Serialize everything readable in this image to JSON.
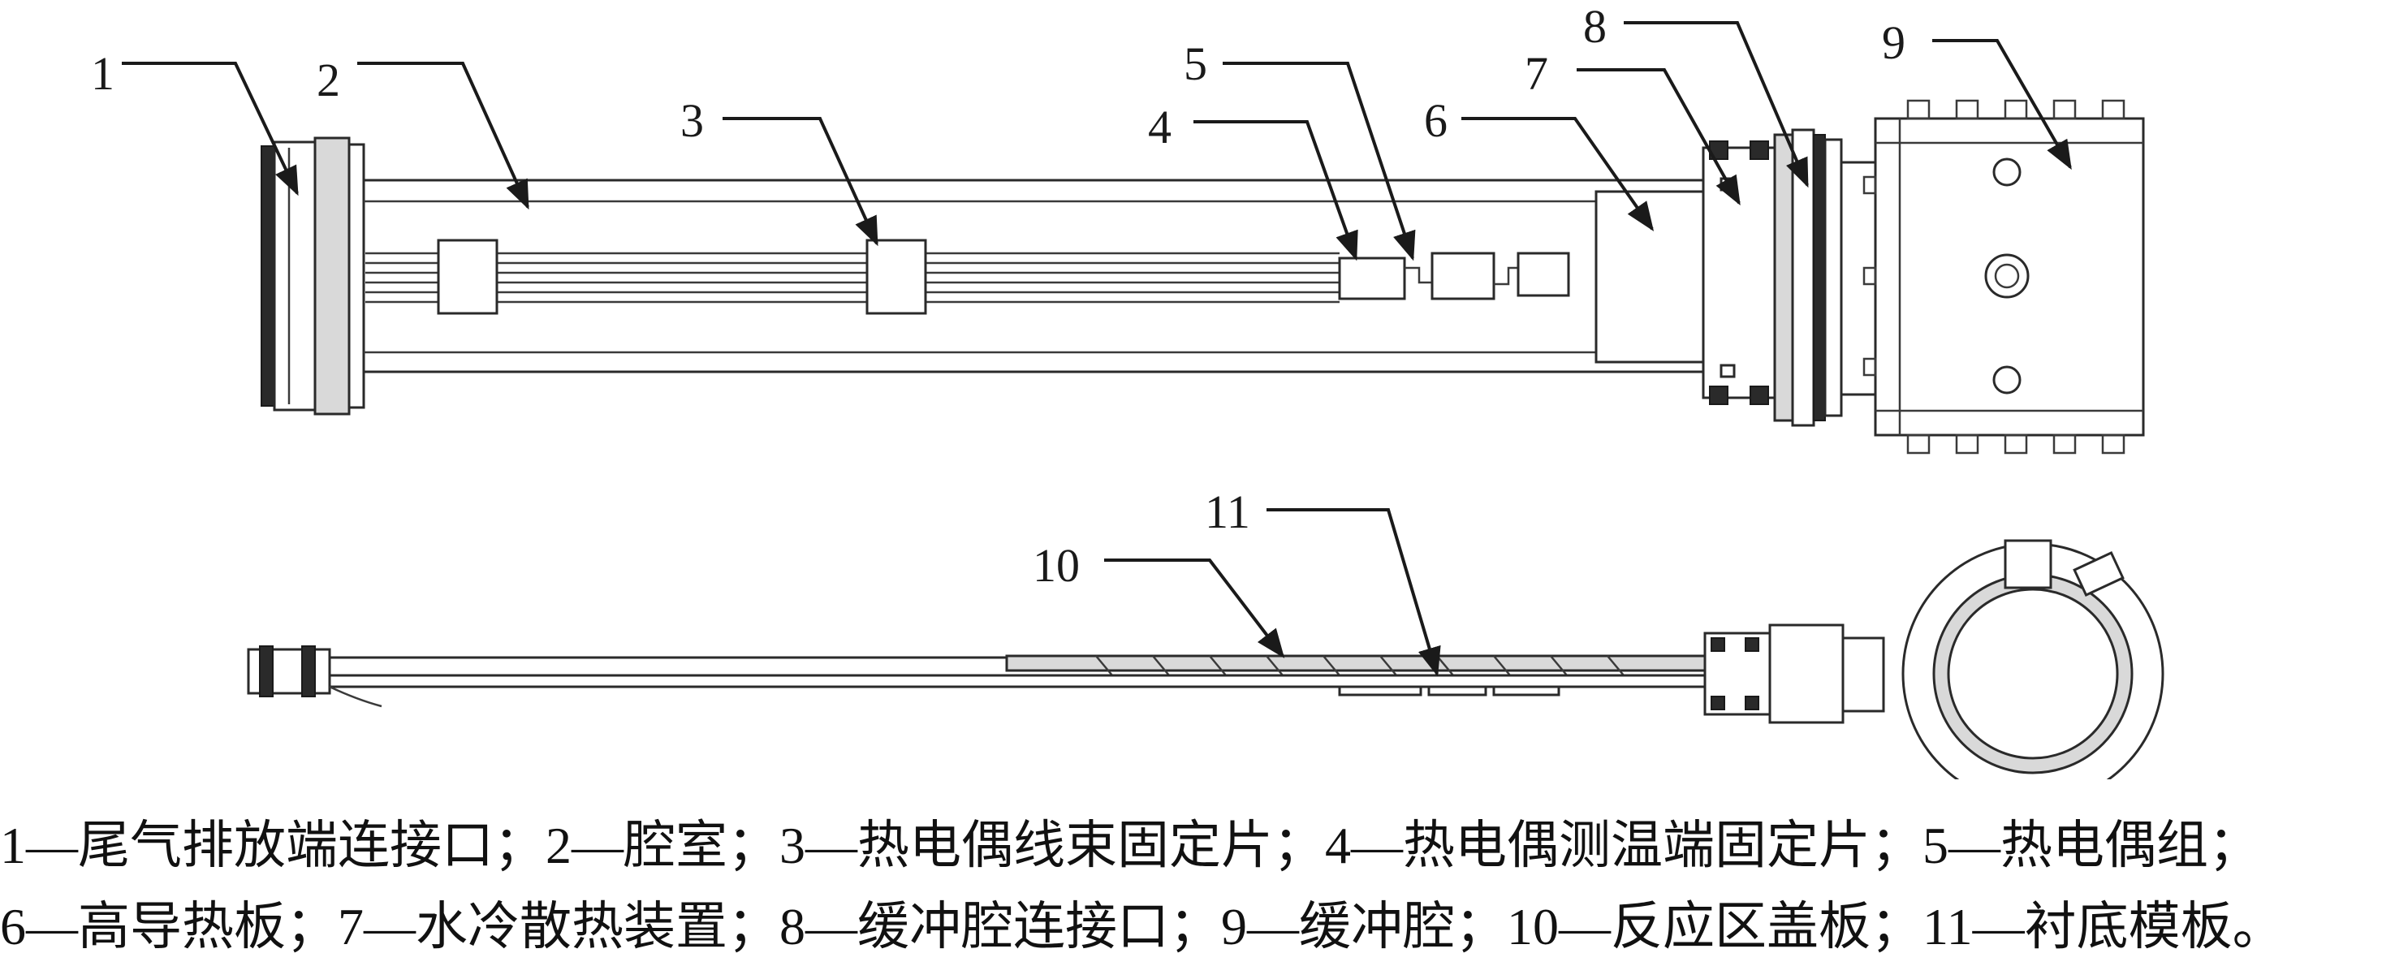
{
  "labels": {
    "l1": "1",
    "l2": "2",
    "l3": "3",
    "l4": "4",
    "l5": "5",
    "l6": "6",
    "l7": "7",
    "l8": "8",
    "l9": "9",
    "l10": "10",
    "l11": "11"
  },
  "caption": {
    "line1": "1—尾气排放端连接口；2—腔室；3—热电偶线束固定片；4—热电偶测温端固定片；5—热电偶组；",
    "line2": "6—高导热板；7—水冷散热装置；8—缓冲腔连接口；9—缓冲腔；10—反应区盖板；11—衬底模板。"
  },
  "colors": {
    "line": "#1a1a1a",
    "fill": "#ffffff",
    "shade": "#d9d9d9"
  }
}
